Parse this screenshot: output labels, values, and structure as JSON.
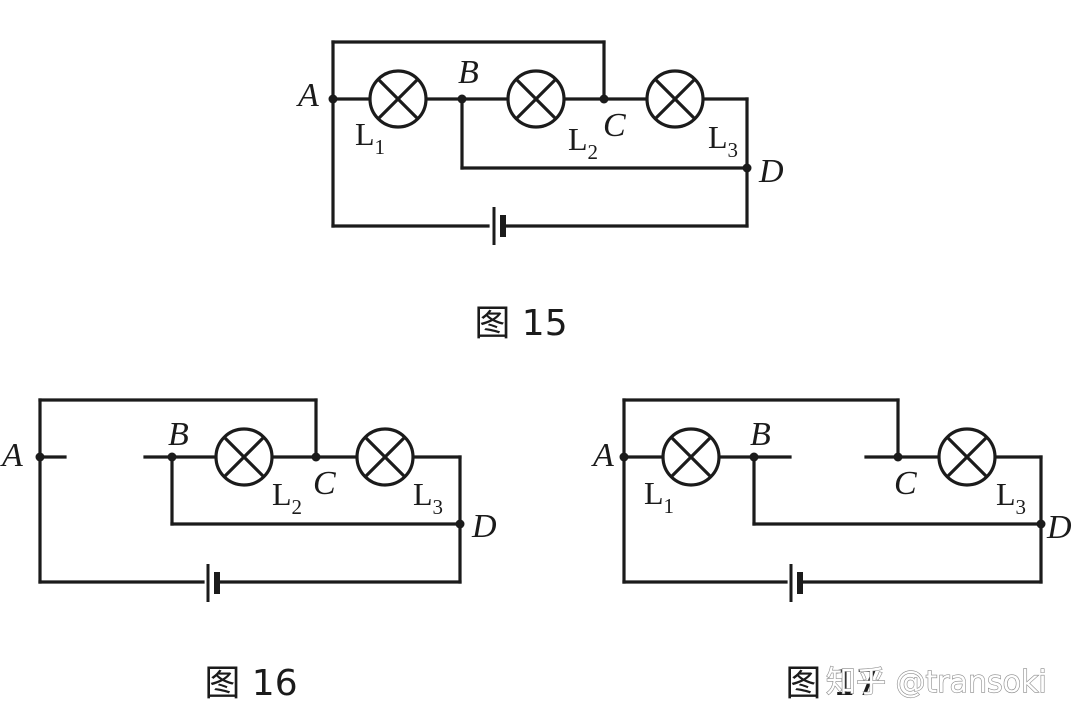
{
  "figures": [
    {
      "caption": "图 15",
      "points": [
        "A",
        "B",
        "C",
        "D"
      ],
      "lamps": [
        {
          "label": "L",
          "sub": "1"
        },
        {
          "label": "L",
          "sub": "2"
        },
        {
          "label": "L",
          "sub": "3"
        }
      ]
    },
    {
      "caption": "图 16",
      "points": [
        "A",
        "B",
        "C",
        "D"
      ],
      "lamps": [
        {
          "label": "L",
          "sub": "2"
        },
        {
          "label": "L",
          "sub": "3"
        }
      ]
    },
    {
      "caption": "图 17",
      "points": [
        "A",
        "B",
        "C",
        "D"
      ],
      "lamps": [
        {
          "label": "L",
          "sub": "1"
        },
        {
          "label": "L",
          "sub": "3"
        }
      ]
    }
  ],
  "watermark": "知乎 @transoki"
}
